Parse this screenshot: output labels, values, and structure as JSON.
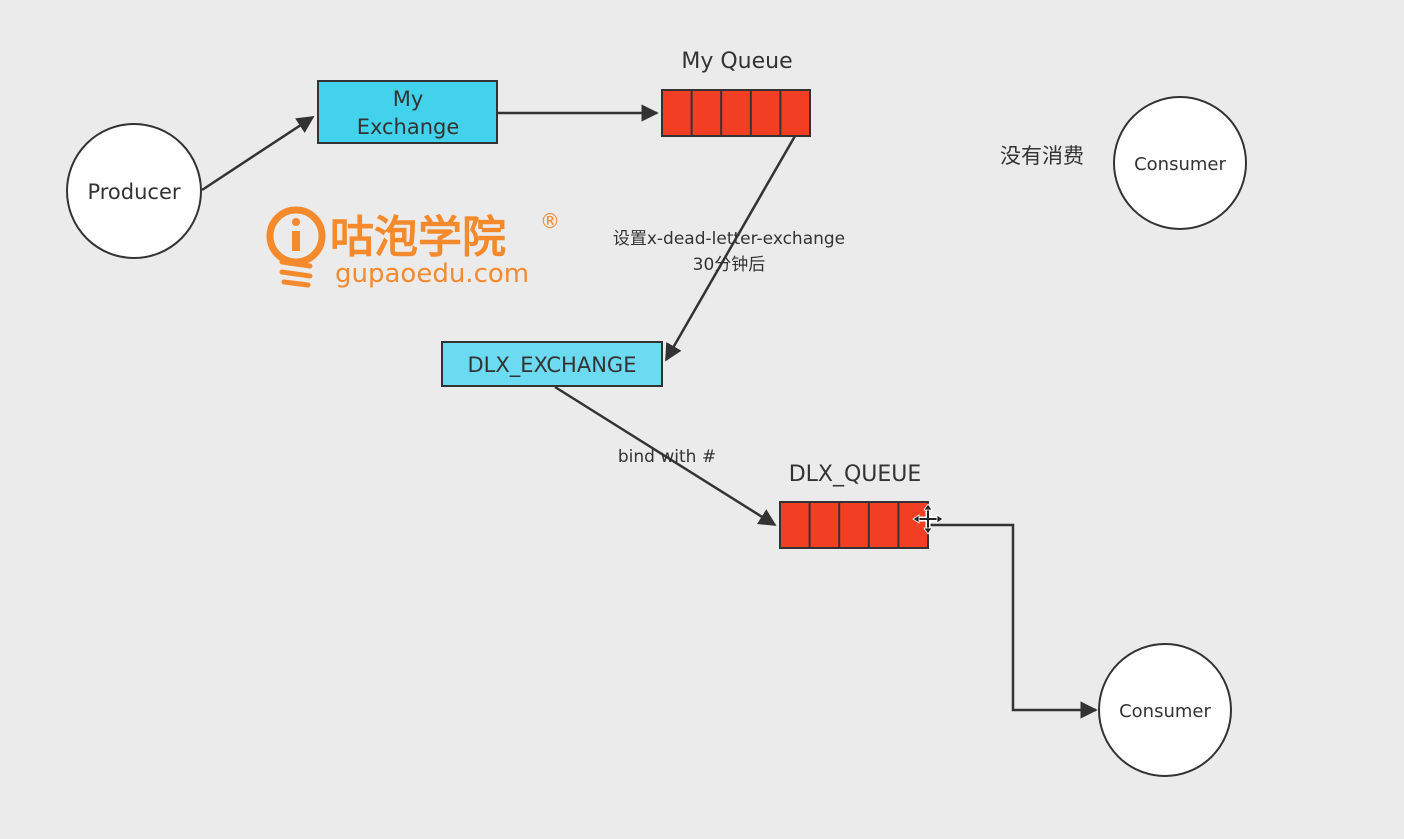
{
  "colors": {
    "background": "#ebebeb",
    "exchange_fill": "#42d2ec",
    "dlx_exchange_fill": "#6cdaf0",
    "queue_fill": "#f23e23",
    "stroke": "#333333",
    "brand_orange": "#f58a2c"
  },
  "nodes": {
    "producer": {
      "label": "Producer"
    },
    "my_exchange": {
      "label_line1": "My",
      "label_line2": "Exchange"
    },
    "my_queue": {
      "label": "My Queue",
      "cells": 5
    },
    "consumer_top": {
      "label": "Consumer"
    },
    "dlx_exchange": {
      "label": "DLX_EXCHANGE"
    },
    "dlx_queue": {
      "label": "DLX_QUEUE",
      "cells": 5
    },
    "consumer_bottom": {
      "label": "Consumer"
    }
  },
  "annotations": {
    "no_consume": "没有消费",
    "dead_letter_line1": "设置x-dead-letter-exchange",
    "dead_letter_line2": "30分钟后",
    "bind": "bind with #"
  },
  "brand": {
    "name": "咕泡学院",
    "registered": "®",
    "domain": "gupaoedu.com"
  },
  "icons": {
    "bulb_logo": "lightbulb-logo-icon",
    "move_cursor": "move-cursor-icon"
  }
}
